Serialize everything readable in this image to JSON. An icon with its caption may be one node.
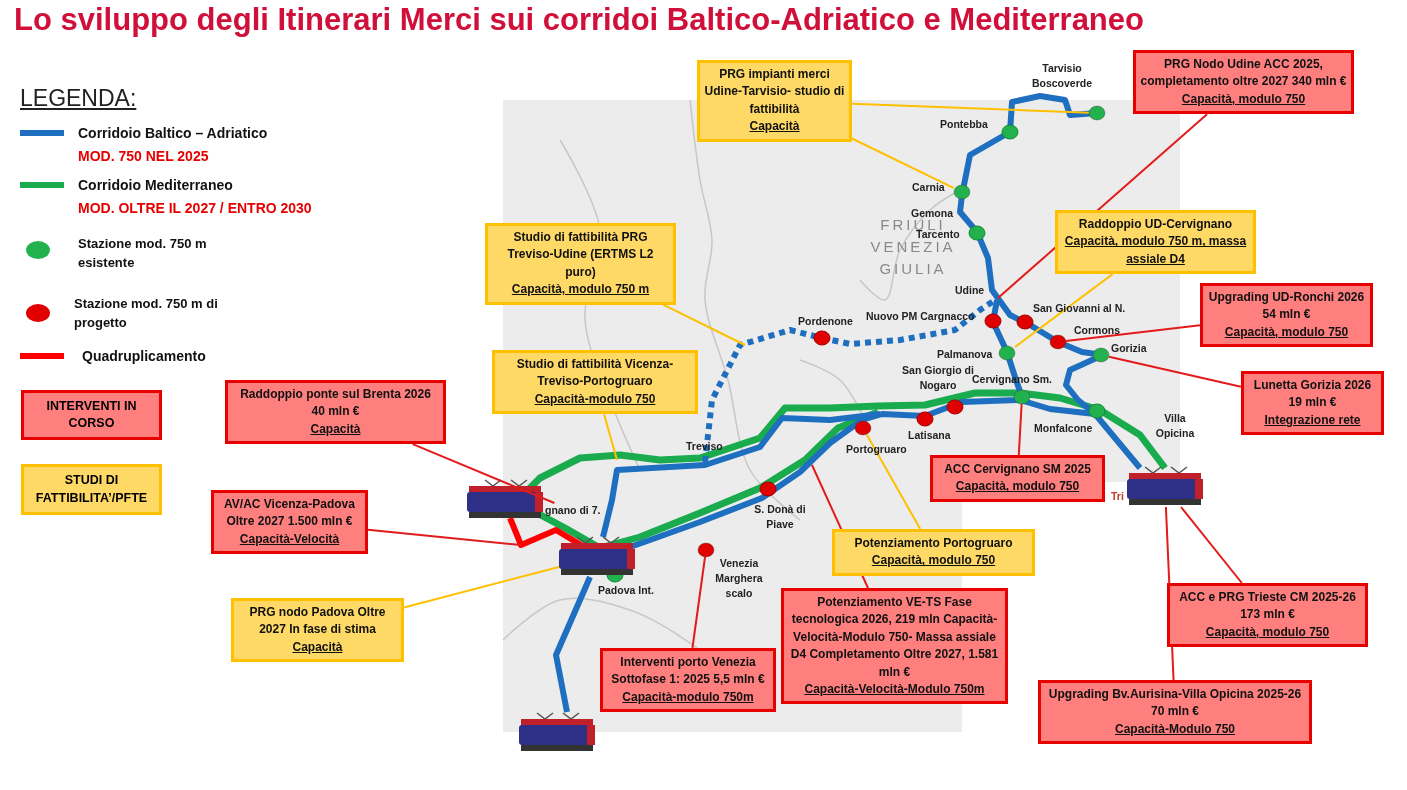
{
  "diagram": {
    "title": "Lo sviluppo degli Itinerari Merci sui corridoi Baltico-Adriatico e Mediterraneo",
    "nodes": [
      {
        "text": [
          "PRG impianti merci Udine-Tarvisio- studio di fattibilità",
          "Capacità"
        ]
      },
      {
        "text": [
          "PRG Nodo Udine ACC 2025, completamento oltre 2027 340 mln €",
          "Capacità, modulo 750"
        ]
      },
      {
        "text": [
          "Raddoppio UD-Cervignano",
          "Capacità, modulo 750 m, massa assiale D4"
        ]
      },
      {
        "text": [
          "Studio di fattibilità PRG Treviso-Udine (ERTMS L2 puro)",
          "Capacità, modulo 750 m"
        ]
      },
      {
        "text": [
          "Upgrading UD-Ronchi 2026 54 mln €",
          "Capacità, modulo 750"
        ]
      },
      {
        "text": [
          "Studio di fattibilità Vicenza-Treviso-Portogruaro",
          "Capacità-modulo 750"
        ]
      },
      {
        "text": [
          "Lunetta Gorizia 2026 19 mln €",
          "Integrazione rete"
        ]
      },
      {
        "text": [
          "Raddoppio ponte sul Brenta 2026 40 mln €",
          "Capacità"
        ]
      },
      {
        "text": [
          "AV/AC Vicenza-Padova Oltre 2027 1.500 mln €",
          "Capacità-Velocità"
        ]
      },
      {
        "text": [
          "ACC Cervignano SM 2025",
          "Capacità, modulo 750"
        ]
      },
      {
        "text": [
          "Potenziamento Portogruaro",
          "Capacità, modulo 750"
        ]
      },
      {
        "text": [
          "ACC e PRG Trieste CM 2025-26 173 mln €",
          "Capacità, modulo 750"
        ]
      },
      {
        "text": [
          "PRG nodo Padova Oltre 2027 In fase di stima",
          "Capacità"
        ]
      },
      {
        "text": [
          "Interventi porto Venezia Sottofase 1: 2025 5,5 mln €",
          "Capacità-modulo 750m"
        ]
      },
      {
        "text": [
          "Potenziamento VE-TS Fase tecnologica 2026, 219 mln Capacità-Velocità-Modulo 750- Massa assiale D4 Completamento Oltre 2027, 1.581 mln €",
          "Capacità-Velocità-Modulo 750m"
        ]
      },
      {
        "text": [
          "Upgrading Bv.Aurisina-Villa Opicina 2025-26 70 mln €",
          "Capacità-Modulo 750"
        ]
      },
      {
        "text": [
          "gnano di 7."
        ]
      },
      {
        "text": [],
        "shape": "circle",
        "beside": [
          "Tarvisio Boscoverde"
        ]
      },
      {
        "text": [],
        "shape": "circle",
        "beside": [
          "Carnia"
        ]
      },
      {
        "text": [],
        "shape": "circle",
        "beside": [
          "Cormons"
        ]
      },
      {
        "text": [],
        "shape": "circle",
        "beside": [
          "Palmanova"
        ]
      },
      {
        "text": [],
        "shape": "circle",
        "beside": [
          "Gorizia"
        ]
      },
      {
        "text": [],
        "shape": "circle",
        "beside": [
          "Cervignano Sm."
        ]
      },
      {
        "text": [],
        "shape": "circle",
        "beside": [
          "Portogruaro"
        ]
      },
      {
        "text": [],
        "shape": "circle",
        "beside": [
          "Venezia Marghera scalo"
        ]
      },
      {
        "text": [],
        "shape": "picture",
        "beside": [
          "Tri"
        ]
      },
      {
        "text": [],
        "shape": "picture",
        "beside": [
          "Padova Int."
        ]
      }
    ],
    "edges": [
      {
        "from": 0,
        "to": 17,
        "arrow": "none",
        "color": "#ffc000"
      },
      {
        "from": 0,
        "to": 18,
        "arrow": "none",
        "color": "#ffc000"
      },
      {
        "from": 1,
        "to": null,
        "arrow": "none"
      },
      {
        "from": 2,
        "to": 20,
        "arrow": "none",
        "color": "#ffc000"
      },
      {
        "from": 3,
        "to": null,
        "arrow": "none",
        "color": "#ffc000"
      },
      {
        "from": 4,
        "to": 19,
        "arrow": "none"
      },
      {
        "from": 5,
        "to": null,
        "arrow": "none",
        "color": "#ffc000"
      },
      {
        "from": 6,
        "to": 21,
        "arrow": "none"
      },
      {
        "from": 7,
        "to": 16,
        "arrow": "none"
      },
      {
        "from": 8,
        "to": null,
        "arrow": "none"
      },
      {
        "from": 9,
        "to": 22,
        "arrow": "none"
      },
      {
        "from": 10,
        "to": 23,
        "arrow": "none",
        "color": "#ffc000"
      },
      {
        "from": 11,
        "to": 25,
        "arrow": "none"
      },
      {
        "from": 12,
        "to": 26,
        "arrow": "none",
        "color": "#ffc000"
      },
      {
        "from": 13,
        "to": 24,
        "arrow": "none"
      },
      {
        "from": 14,
        "to": null,
        "arrow": "none"
      },
      {
        "from": 15,
        "to": 25,
        "arrow": "none"
      }
    ],
    "labels": [
      "LEGENDA:",
      "MOD. 750 NEL 2025",
      "MOD. OLTRE IL 2027 / ENTRO 2030",
      "Pontebba",
      "Gemona",
      "Tarcento",
      "FRIULI VENEZIA GIULIA",
      "Udine",
      "Pordenone",
      "Nuovo PM Cargnacco",
      "San Giovanni al N.",
      "San Giorgio di Nogaro",
      "Treviso",
      "Latisana",
      "Monfalcone",
      "Villa Opicina",
      "S. Donà di Piave"
    ],
    "legend": [
      {
        "text": "Corridoio Baltico – Adriatico",
        "color": "#1f6fc0"
      },
      {
        "text": "Corridoio Mediterraneo",
        "color": "#1aab4e"
      },
      {
        "text": "Stazione mod. 750 m esistente",
        "color": "#22b14c"
      },
      {
        "text": "Stazione mod. 750 m di progetto",
        "color": "#e00000"
      },
      {
        "text": "Quadruplicamento",
        "color": "#ff0000"
      },
      {
        "text": "INTERVENTI IN CORSO",
        "color": "#ff7f7f"
      },
      {
        "text": "STUDI DI FATTIBILITA’/PFTE",
        "color": "#ffd966"
      }
    ]
  }
}
